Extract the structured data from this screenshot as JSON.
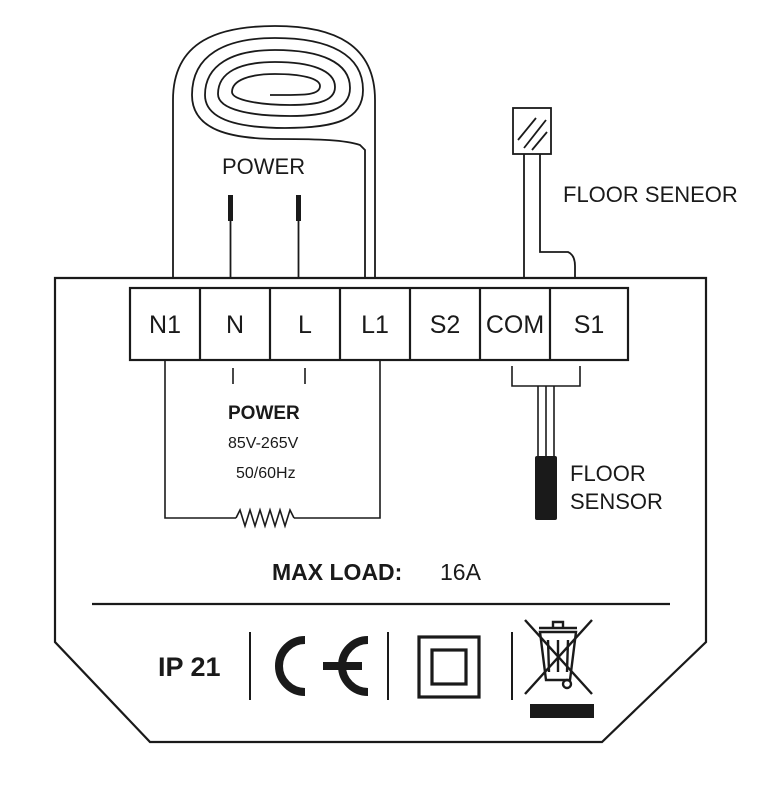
{
  "colors": {
    "ink": "#1a1a1a",
    "paper": "#ffffff"
  },
  "top": {
    "power_label": "POWER",
    "floor_sensor_label": "FLOOR SENEOR"
  },
  "terminals": [
    "N1",
    "N",
    "L",
    "L1",
    "S2",
    "COM",
    "S1"
  ],
  "power_block": {
    "title": "POWER",
    "voltage": "85V-265V",
    "frequency": "50/60Hz"
  },
  "floor_sensor": {
    "line1": "FLOOR",
    "line2": "SENSOR"
  },
  "max_load": {
    "label": "MAX LOAD:",
    "value": "16A"
  },
  "footer": {
    "ip_rating": "IP 21",
    "ce_mark_icon": "ce-mark-icon",
    "class2_icon": "double-insulation-icon",
    "weee_icon": "crossed-bin-icon"
  }
}
